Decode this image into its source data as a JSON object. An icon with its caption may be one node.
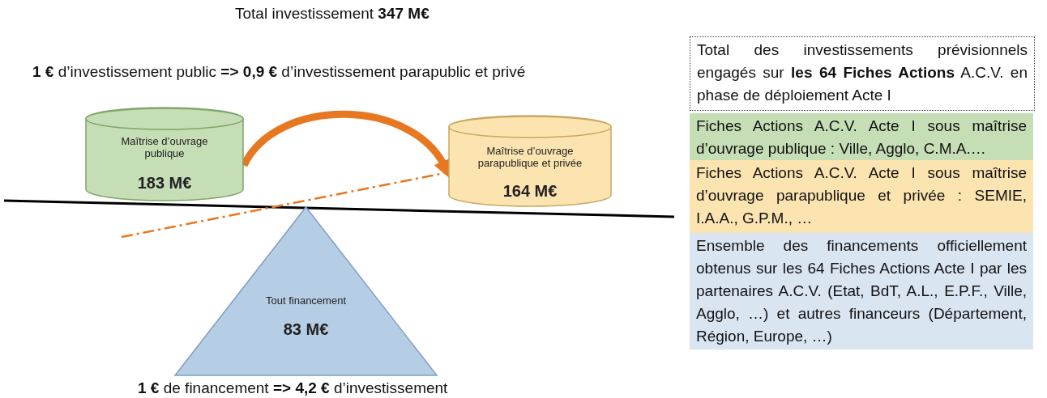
{
  "diagram": {
    "nodes": [
      {
        "text": [
          "Maîtrise d’ouvrage publique",
          "183 M€"
        ]
      },
      {
        "text": [
          "Maîtrise d’ouvrage parapublique et privée",
          "164 M€"
        ]
      },
      {
        "text": [
          "Tout financement",
          "83 M€"
        ]
      }
    ],
    "edges": [
      {
        "from": 0,
        "to": 1,
        "arrow": "to"
      }
    ],
    "labels": [
      "Total investissement **347 M€**",
      "**1 €** d’investissement public **=> 0,9 €** d’investissement parapublic et privé",
      "Total des investissements prévisionnels engagés sur **les 64 Fiches Actions** A.C.V. en phase de déploiement Acte I",
      "**1 €** de financement **=> 4,2 €** d’investissement"
    ],
    "legend": [
      {
        "text": "Fiches Actions A.C.V. Acte I sous maîtrise d’ouvrage publique : Ville, Agglo, C.M.A.…",
        "color": "#c5deb5"
      },
      {
        "text": "Fiches Actions A.C.V. Acte I sous maîtrise d’ouvrage parapublique et privée : SEMIE, I.A.A., G.P.M., …",
        "color": "#fce4b0"
      },
      {
        "text": "Ensemble des financements officiellement obtenus sur les 64 Fiches Actions Acte I par les partenaires A.C.V. (Etat, BdT, A.L., E.P.F., Ville, Agglo, …) et autres financeurs (Département, Région, Europe, …)",
        "color": "#dae5f2"
      }
    ]
  }
}
